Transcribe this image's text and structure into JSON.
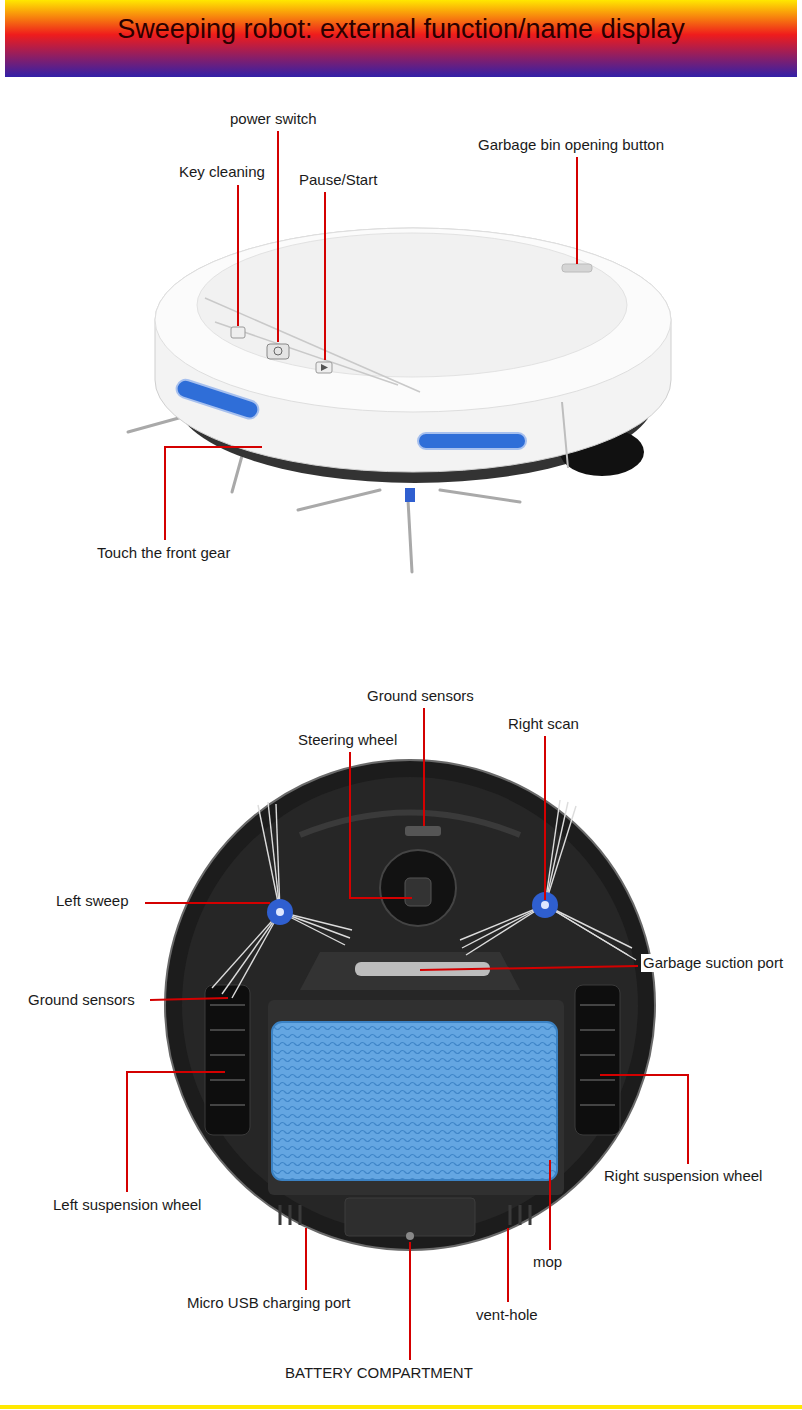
{
  "diagram": {
    "title": "Sweeping robot: external function/name display",
    "labels": [
      "power switch",
      "Garbage bin opening button",
      "Key cleaning",
      "Pause/Start",
      "Touch the front gear",
      "Ground sensors",
      "Steering wheel",
      "Right scan",
      "Left sweep",
      "Garbage suction port",
      "Ground sensors",
      "Left suspension wheel",
      "Right suspension wheel",
      "mop",
      "Micro USB charging port",
      "vent-hole",
      "BATTERY COMPARTMENT"
    ]
  }
}
